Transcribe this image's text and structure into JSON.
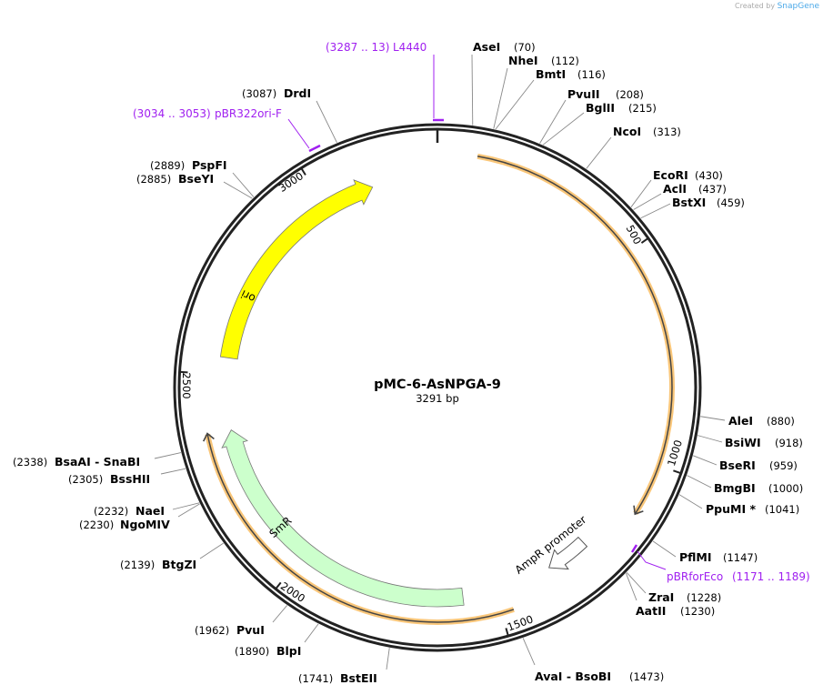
{
  "watermark": {
    "prefix": "Created by",
    "brand": "SnapGene"
  },
  "plasmid": {
    "name": "pMC-6-AsNPGA-9",
    "length_label": "3291 bp",
    "length": 3291
  },
  "colors": {
    "ori": "#ffff00",
    "smr": "#ccffcc",
    "highlight": "#f9c679",
    "primer": "#a020f0",
    "ring": "#222222"
  },
  "ticks": [
    {
      "bp": 500,
      "label": "500"
    },
    {
      "bp": 1000,
      "label": "1000"
    },
    {
      "bp": 1500,
      "label": "1500"
    },
    {
      "bp": 2000,
      "label": "2000"
    },
    {
      "bp": 2500,
      "label": "2500"
    },
    {
      "bp": 3000,
      "label": "3000"
    }
  ],
  "features": [
    {
      "name": "ori",
      "label": "ori",
      "start": 2542,
      "end": 3127,
      "type": "arrow",
      "color": "#ffff00"
    },
    {
      "name": "SmR",
      "label": "SmR",
      "start": 1582,
      "end": 2362,
      "type": "arrow",
      "color": "#ccffcc"
    },
    {
      "name": "AmpR promoter",
      "label": "AmpR promoter",
      "start": 1250,
      "end": 1360,
      "type": "outline-arrow"
    },
    {
      "name": "highlight-1",
      "start": 90,
      "end": 1119,
      "type": "highlight"
    },
    {
      "name": "highlight-2",
      "start": 1472,
      "end": 2363,
      "type": "highlight-reverse"
    }
  ],
  "primers": [
    {
      "name": "L4440",
      "range": "(3287 .. 13)"
    },
    {
      "name": "pBR322ori-F",
      "range": "(3034 .. 3053)"
    },
    {
      "name": "pBRforEco",
      "range": "(1171 .. 1189)"
    }
  ],
  "enzymes": [
    {
      "name": "AseI",
      "pos": 70,
      "num": "(70)"
    },
    {
      "name": "NheI",
      "pos": 112,
      "num": "(112)"
    },
    {
      "name": "BmtI",
      "pos": 116,
      "num": "(116)"
    },
    {
      "name": "PvuII",
      "pos": 208,
      "num": "(208)"
    },
    {
      "name": "BglII",
      "pos": 215,
      "num": "(215)"
    },
    {
      "name": "NcoI",
      "pos": 313,
      "num": "(313)"
    },
    {
      "name": "EcoRI",
      "pos": 430,
      "num": "(430)"
    },
    {
      "name": "AclI",
      "pos": 437,
      "num": "(437)"
    },
    {
      "name": "BstXI",
      "pos": 459,
      "num": "(459)"
    },
    {
      "name": "AleI",
      "pos": 880,
      "num": "(880)"
    },
    {
      "name": "BsiWI",
      "pos": 918,
      "num": "(918)"
    },
    {
      "name": "BseRI",
      "pos": 959,
      "num": "(959)"
    },
    {
      "name": "BmgBI",
      "pos": 1000,
      "num": "(1000)"
    },
    {
      "name": "PpuMI *",
      "pos": 1041,
      "num": "(1041)"
    },
    {
      "name": "PflMI",
      "pos": 1147,
      "num": "(1147)"
    },
    {
      "name": "ZraI",
      "pos": 1228,
      "num": "(1228)"
    },
    {
      "name": "AatII",
      "pos": 1230,
      "num": "(1230)"
    },
    {
      "name": "AvaI  - BsoBI",
      "pos": 1473,
      "num": "(1473)"
    },
    {
      "name": "BstEII",
      "pos": 1741,
      "num": "(1741)"
    },
    {
      "name": "BlpI",
      "pos": 1890,
      "num": "(1890)"
    },
    {
      "name": "PvuI",
      "pos": 1962,
      "num": "(1962)"
    },
    {
      "name": "BtgZI",
      "pos": 2139,
      "num": "(2139)"
    },
    {
      "name": "NgoMIV",
      "pos": 2230,
      "num": "(2230)"
    },
    {
      "name": "NaeI",
      "pos": 2232,
      "num": "(2232)"
    },
    {
      "name": "BssHII",
      "pos": 2305,
      "num": "(2305)"
    },
    {
      "name": "BsaAI  - SnaBI",
      "pos": 2338,
      "num": "(2338)"
    },
    {
      "name": "BseYI",
      "pos": 2885,
      "num": "(2885)"
    },
    {
      "name": "PspFI",
      "pos": 2889,
      "num": "(2889)"
    },
    {
      "name": "DrdI",
      "pos": 3087,
      "num": "(3087)"
    }
  ]
}
